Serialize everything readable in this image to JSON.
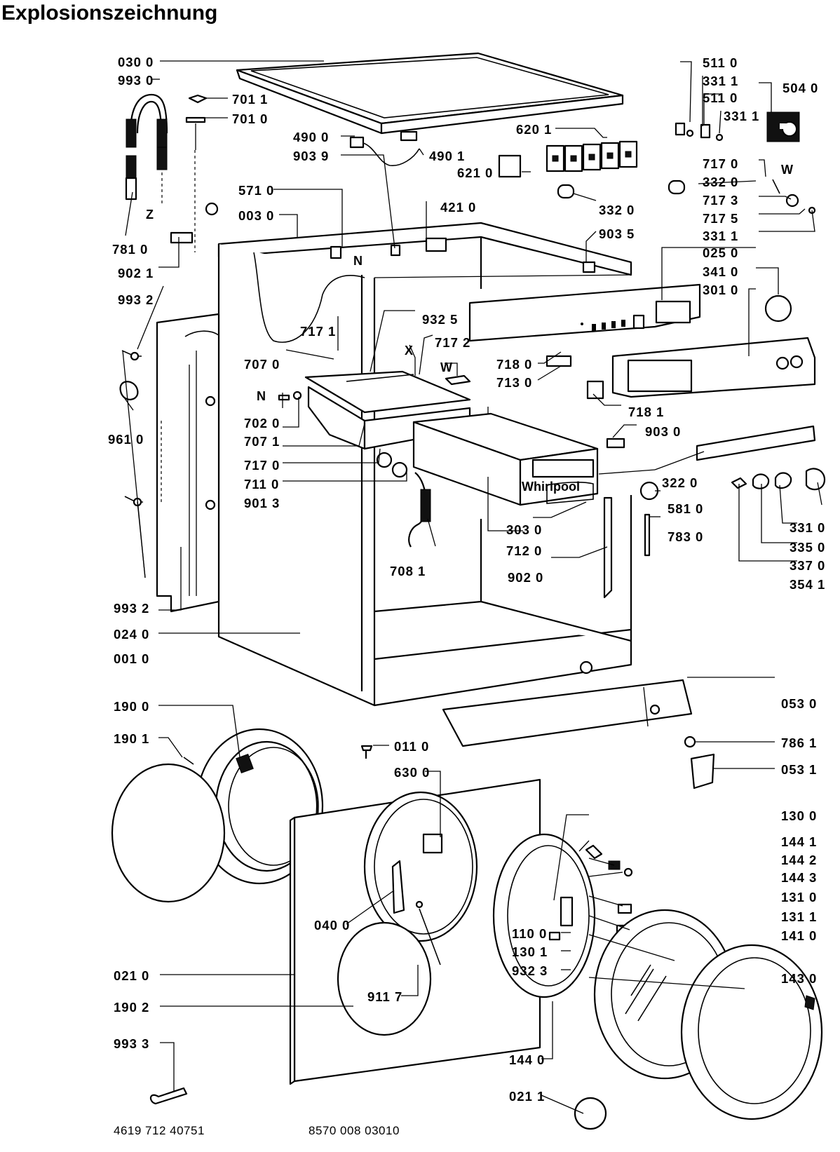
{
  "title": "Explosionszeichnung",
  "footer": {
    "left": "4619 712 40751",
    "right": "8570 008 03010"
  },
  "labels": [
    {
      "id": "l0300",
      "text": "030 0"
    },
    {
      "id": "l9930",
      "text": "993 0"
    },
    {
      "id": "l7011",
      "text": "701 1"
    },
    {
      "id": "l7010",
      "text": "701 0"
    },
    {
      "id": "l4900",
      "text": "490 0"
    },
    {
      "id": "l9039",
      "text": "903 9"
    },
    {
      "id": "l4901",
      "text": "490 1"
    },
    {
      "id": "l6201",
      "text": "620 1"
    },
    {
      "id": "l6210",
      "text": "621 0"
    },
    {
      "id": "l5710",
      "text": "571 0"
    },
    {
      "id": "l4210",
      "text": "421 0"
    },
    {
      "id": "l0030",
      "text": "003 0"
    },
    {
      "id": "l7810",
      "text": "781 0"
    },
    {
      "id": "l9021",
      "text": "902 1"
    },
    {
      "id": "l9932a",
      "text": "993 2"
    },
    {
      "id": "l9325",
      "text": "932 5"
    },
    {
      "id": "l7171",
      "text": "717 1"
    },
    {
      "id": "l7172",
      "text": "717 2"
    },
    {
      "id": "l7070",
      "text": "707 0"
    },
    {
      "id": "l7180",
      "text": "718 0"
    },
    {
      "id": "l7130",
      "text": "713 0"
    },
    {
      "id": "l7020",
      "text": "702 0"
    },
    {
      "id": "l7071",
      "text": "707 1"
    },
    {
      "id": "l9610",
      "text": "961 0"
    },
    {
      "id": "l7170",
      "text": "717 0"
    },
    {
      "id": "l7110",
      "text": "711 0"
    },
    {
      "id": "l9013",
      "text": "901 3"
    },
    {
      "id": "l7181",
      "text": "718 1"
    },
    {
      "id": "l9030",
      "text": "903 0"
    },
    {
      "id": "l3220",
      "text": "322 0"
    },
    {
      "id": "l5810",
      "text": "581 0"
    },
    {
      "id": "l7830",
      "text": "783 0"
    },
    {
      "id": "l3030",
      "text": "303 0"
    },
    {
      "id": "l7120",
      "text": "712 0"
    },
    {
      "id": "l7081",
      "text": "708 1"
    },
    {
      "id": "l9020",
      "text": "902 0"
    },
    {
      "id": "l9932b",
      "text": "993 2"
    },
    {
      "id": "l0240",
      "text": "024 0"
    },
    {
      "id": "l0010",
      "text": "001 0"
    },
    {
      "id": "l5110a",
      "text": "511 0"
    },
    {
      "id": "l3311a",
      "text": "331 1"
    },
    {
      "id": "l5110b",
      "text": "511 0"
    },
    {
      "id": "l5040",
      "text": "504 0"
    },
    {
      "id": "l3311b",
      "text": "331 1"
    },
    {
      "id": "l7170r",
      "text": "717 0"
    },
    {
      "id": "l3320a",
      "text": "332 0"
    },
    {
      "id": "l7173",
      "text": "717 3"
    },
    {
      "id": "l3320b",
      "text": "332 0"
    },
    {
      "id": "l7175",
      "text": "717 5"
    },
    {
      "id": "l9035",
      "text": "903 5"
    },
    {
      "id": "l3311c",
      "text": "331 1"
    },
    {
      "id": "l0250",
      "text": "025 0"
    },
    {
      "id": "l3410",
      "text": "341 0"
    },
    {
      "id": "l3010",
      "text": "301 0"
    },
    {
      "id": "l3310",
      "text": "331 0"
    },
    {
      "id": "l3350",
      "text": "335 0"
    },
    {
      "id": "l3370",
      "text": "337 0"
    },
    {
      "id": "l3541",
      "text": "354 1"
    },
    {
      "id": "l0530",
      "text": "053 0"
    },
    {
      "id": "l7861",
      "text": "786 1"
    },
    {
      "id": "l0531",
      "text": "053 1"
    },
    {
      "id": "l1900",
      "text": "190 0"
    },
    {
      "id": "l1901",
      "text": "190 1"
    },
    {
      "id": "l0110",
      "text": "011 0"
    },
    {
      "id": "l6300",
      "text": "630 0"
    },
    {
      "id": "l1300",
      "text": "130 0"
    },
    {
      "id": "l1441",
      "text": "144 1"
    },
    {
      "id": "l1442",
      "text": "144 2"
    },
    {
      "id": "l1443",
      "text": "144 3"
    },
    {
      "id": "l1310",
      "text": "131 0"
    },
    {
      "id": "l1311",
      "text": "131 1"
    },
    {
      "id": "l1100",
      "text": "110 0"
    },
    {
      "id": "l1410",
      "text": "141 0"
    },
    {
      "id": "l1301",
      "text": "130 1"
    },
    {
      "id": "l9323",
      "text": "932 3"
    },
    {
      "id": "l1430",
      "text": "143 0"
    },
    {
      "id": "l0400",
      "text": "040 0"
    },
    {
      "id": "l9117",
      "text": "911 7"
    },
    {
      "id": "l0210",
      "text": "021 0"
    },
    {
      "id": "l1902",
      "text": "190 2"
    },
    {
      "id": "l9933",
      "text": "993 3"
    },
    {
      "id": "l1440",
      "text": "144 0"
    },
    {
      "id": "l0211",
      "text": "021 1"
    }
  ],
  "letters": [
    {
      "id": "z",
      "text": "Z"
    },
    {
      "id": "n1",
      "text": "N"
    },
    {
      "id": "n2",
      "text": "N"
    },
    {
      "id": "x",
      "text": "X"
    },
    {
      "id": "w1",
      "text": "W"
    },
    {
      "id": "w2",
      "text": "W"
    }
  ],
  "brand": "Whirlpool"
}
